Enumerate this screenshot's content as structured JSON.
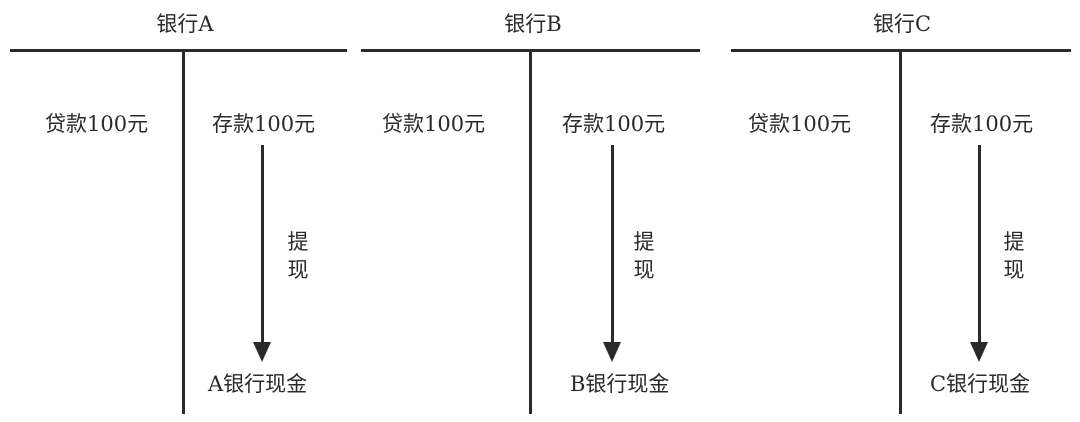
{
  "diagram": {
    "type": "t-account-flow",
    "banks": [
      {
        "title": "银行A",
        "assets_label": "贷款100元",
        "liabilities_label": "存款100元",
        "flow_label": [
          "提",
          "现"
        ],
        "result_label": "A银行现金"
      },
      {
        "title": "银行B",
        "assets_label": "贷款100元",
        "liabilities_label": "存款100元",
        "flow_label": [
          "提",
          "现"
        ],
        "result_label": "B银行现金"
      },
      {
        "title": "银行C",
        "assets_label": "贷款100元",
        "liabilities_label": "存款100元",
        "flow_label": [
          "提",
          "现"
        ],
        "result_label": "C银行现金"
      }
    ],
    "line_color": "#2a2a2a",
    "background": "#ffffff"
  }
}
